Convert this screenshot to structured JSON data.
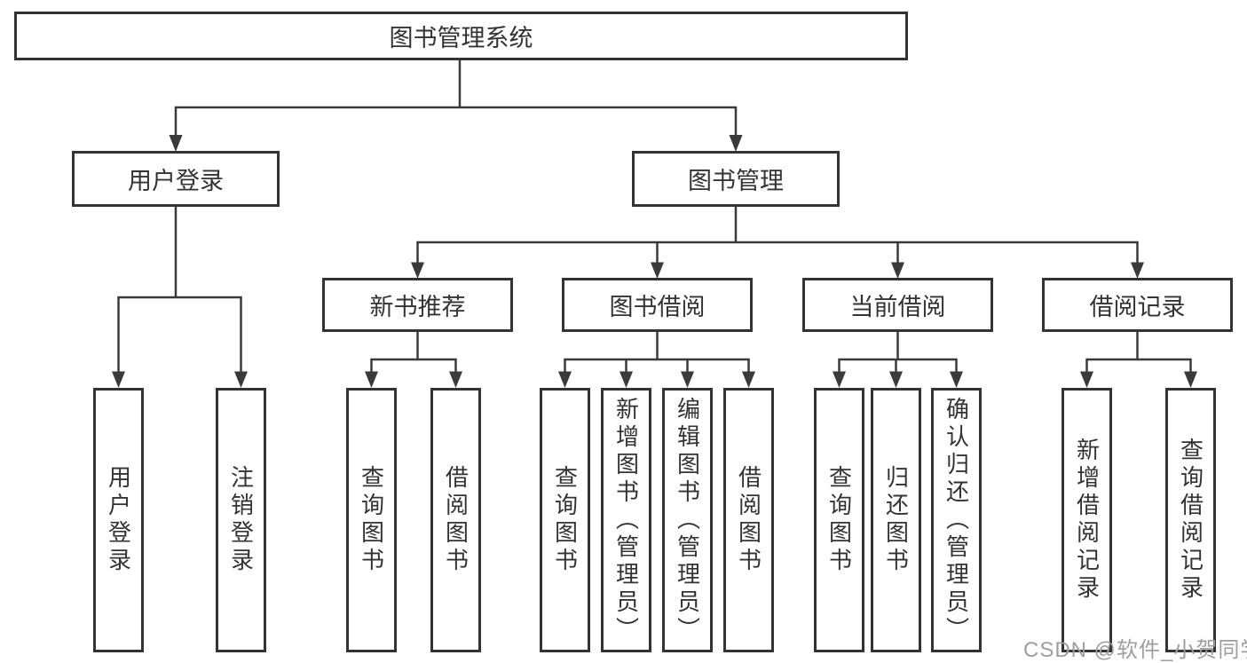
{
  "diagram": {
    "root": {
      "label": "图书管理系统"
    },
    "branches": [
      {
        "label": "用户登录",
        "children": [
          {
            "label": "用户登录"
          },
          {
            "label": "注销登录"
          }
        ]
      },
      {
        "label": "图书管理",
        "children": [
          {
            "label": "新书推荐",
            "children": [
              {
                "label": "查询图书"
              },
              {
                "label": "借阅图书"
              }
            ]
          },
          {
            "label": "图书借阅",
            "children": [
              {
                "label": "查询图书"
              },
              {
                "label": "新增图书（管理员）"
              },
              {
                "label": "编辑图书（管理员）"
              },
              {
                "label": "借阅图书"
              }
            ]
          },
          {
            "label": "当前借阅",
            "children": [
              {
                "label": "查询图书"
              },
              {
                "label": "归还图书"
              },
              {
                "label": "确认归还（管理员）"
              }
            ]
          },
          {
            "label": "借阅记录",
            "children": [
              {
                "label": "新增借阅记录"
              },
              {
                "label": "查询借阅记录"
              }
            ]
          }
        ]
      }
    ]
  },
  "watermark": {
    "text": "CSDN @软件_小贺同学"
  },
  "colors": {
    "ink": "#333333",
    "line": "#3a3a3a",
    "box_bg": "#ffffff",
    "background": "#ffffff",
    "watermark": "#9e9e9e"
  }
}
